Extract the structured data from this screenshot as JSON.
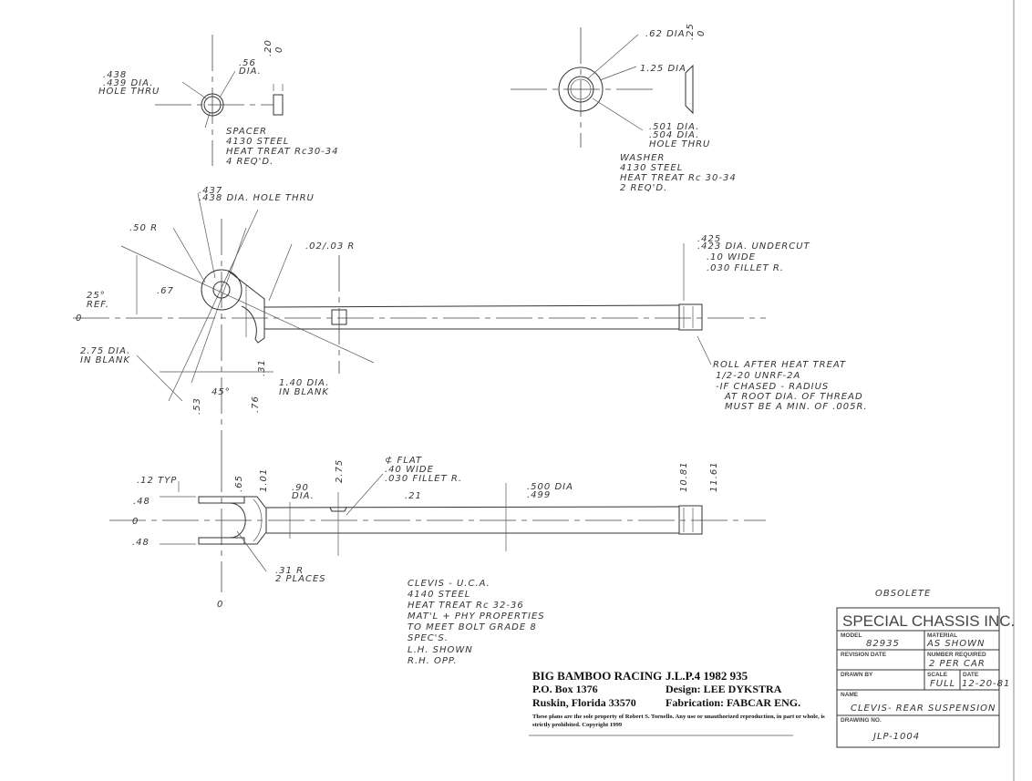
{
  "spacer": {
    "hole_dim_1": ".438",
    "hole_dim_2": ".439 DIA.",
    "hole_note": "HOLE THRU",
    "od_dim_1": ".56",
    "od_dim_2": "DIA.",
    "thick_1": ".20",
    "thick_2": "0",
    "notes": [
      "SPACER",
      "4130 STEEL",
      "HEAT TREAT Rc30-34",
      "4 REQ'D."
    ]
  },
  "washer": {
    "dim_62": ".62 DIA.",
    "dim_125": "1.25 DIA.",
    "hole_dim_1": ".501 DIA.",
    "hole_dim_2": ".504 DIA.",
    "hole_note": "HOLE THRU",
    "thick_1": ".25",
    "thick_2": "0",
    "notes": [
      "WASHER",
      "4130 STEEL",
      "HEAT TREAT Rc 30-34",
      "2 REQ'D."
    ]
  },
  "side_view": {
    "hole_1": ".437",
    "hole_2": ".438 DIA. HOLE THRU",
    "radius_50": ".50 R",
    "fillet": ".02/.03 R",
    "dim_67": ".67",
    "angle_1": "25°",
    "angle_2": "REF.",
    "zero": "0",
    "blank_1": "2.75 DIA.",
    "blank_2": "IN BLANK",
    "angle_45": "45°",
    "dim_53": ".53",
    "dim_31": ".31",
    "dim_76": ".76",
    "blank140_1": "1.40 DIA.",
    "blank140_2": "IN BLANK",
    "undercut_1": ".425",
    "undercut_2": ".423 DIA. UNDERCUT",
    "undercut_3": ".10 WIDE",
    "undercut_4": ".030 FILLET R.",
    "thread_notes": [
      "ROLL AFTER HEAT TREAT",
      "1/2-20 UNRF-2A",
      "-IF CHASED - RADIUS",
      "AT ROOT DIA. OF THREAD",
      "MUST BE A MIN. OF .005R."
    ]
  },
  "top_view": {
    "typ": ".12 TYP",
    "dim_48_top": ".48",
    "zero": "0",
    "dim_48_bot": ".48",
    "dim_65": ".65",
    "dim_101": "1.01",
    "dia90_1": ".90",
    "dia90_2": "DIA.",
    "dim_275": "2.75",
    "flat_1": "⊄ FLAT",
    "flat_2": ".40 WIDE",
    "flat_3": ".030 FILLET R.",
    "dim_21": ".21",
    "shaft_1": ".500 DIA",
    "shaft_2": ".499",
    "dim_1081": "10.81",
    "dim_1161": "11.61",
    "radius_1": ".31 R",
    "radius_2": "2 PLACES",
    "zero_bottom": "0"
  },
  "clevis_notes": [
    "CLEVIS - U.C.A.",
    "4140 STEEL",
    "HEAT TREAT Rc 32-36",
    "MAT'L + PHY PROPERTIES",
    "TO MEET BOLT GRADE 8",
    "SPEC'S.",
    "L.H. SHOWN",
    "R.H. OPP."
  ],
  "company": {
    "name": "BIG BAMBOO RACING",
    "po": "P.O. Box 1376",
    "city": "Ruskin, Florida 33570",
    "ref": "J.L.P.4  1982  935",
    "design": "Design: LEE DYKSTRA",
    "fabrication": "Fabrication: FABCAR ENG.",
    "legal": "These plans are the sole property of Robert S. Tornello.  Any use or unauthorized reproduction, in part or whole, is strictly prohibited.  Copyright 1999"
  },
  "obsolete": "OBSOLETE",
  "title_block": {
    "company": "SPECIAL CHASSIS INC.",
    "model_label": "MODEL",
    "model": "82935",
    "material_label": "MATERIAL",
    "material": "AS SHOWN",
    "revision_label": "REVISION DATE",
    "number_label": "NUMBER REQUIRED",
    "number": "2 PER CAR",
    "drawn_label": "DRAWN BY",
    "scale_label": "SCALE",
    "scale": "FULL",
    "date_label": "DATE",
    "date": "12-20-81",
    "name_label": "NAME",
    "name": "CLEVIS- REAR SUSPENSION",
    "drawing_label": "DRAWING NO.",
    "drawing": "JLP-1004"
  }
}
